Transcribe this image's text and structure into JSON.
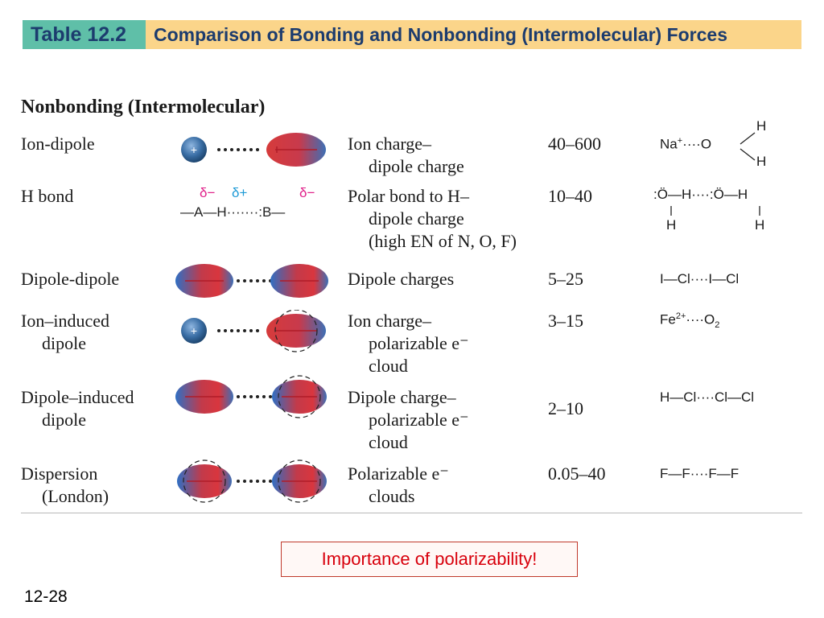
{
  "banner": {
    "number": "Table 12.2",
    "title": "Comparison of Bonding and Nonbonding (Intermolecular) Forces"
  },
  "section": {
    "title": "Nonbonding (Intermolecular)"
  },
  "rows": [
    {
      "name": [
        "Ion-dipole"
      ],
      "basis": [
        "Ion charge–",
        "dipole charge"
      ],
      "energy": "40–600",
      "model": "ion-dipole",
      "example": {
        "a": "Na",
        "a_sup": "+",
        "dots": "····",
        "b": "O",
        "h1": "H",
        "h2": "H"
      }
    },
    {
      "name": [
        "H bond"
      ],
      "basis": [
        "Polar bond to H–",
        "dipole charge",
        "(high EN of N, O, F)"
      ],
      "energy": "10–40",
      "model": "h-bond",
      "model_labels": {
        "delta_minus": "δ−",
        "delta_plus": "δ+",
        "delta_minus_2": "δ−",
        "chain": "—A—H·······:B—"
      },
      "example": {
        "text": ":Ö—H····:Ö—H",
        "h1": "H",
        "h2": "H"
      }
    },
    {
      "name": [
        "Dipole-dipole"
      ],
      "basis": [
        "Dipole charges"
      ],
      "energy": "5–25",
      "model": "dipole-dipole",
      "example": {
        "text": "I—Cl····I—Cl"
      }
    },
    {
      "name": [
        "Ion–induced",
        "dipole"
      ],
      "basis": [
        "Ion charge–",
        "polarizable e⁻",
        "cloud"
      ],
      "energy": "3–15",
      "model": "ion-induced",
      "example": {
        "a": "Fe",
        "a_sup": "2+",
        "dots": "····",
        "b": "O",
        "b_sub": "2"
      }
    },
    {
      "name": [
        "Dipole–induced",
        "dipole"
      ],
      "basis": [
        "Dipole charge–",
        "polarizable e⁻",
        "cloud"
      ],
      "energy": "2–10",
      "model": "dipole-induced",
      "example": {
        "text": "H—Cl····Cl—Cl"
      }
    },
    {
      "name": [
        "Dispersion",
        "(London)"
      ],
      "basis": [
        "Polarizable e⁻",
        "clouds"
      ],
      "energy": "0.05–40",
      "model": "dispersion",
      "example": {
        "text": "F—F····F—F"
      }
    }
  ],
  "callout": {
    "text": "Importance of polarizability!"
  },
  "slide_number": "12-28",
  "colors": {
    "teal": "#5fbfa8",
    "tan": "#fbd58a",
    "red": "#d8000c",
    "ion_blue": "#3a6ea5",
    "lobe_red": "#d63b3b",
    "lobe_blue": "#3d6fb5"
  }
}
